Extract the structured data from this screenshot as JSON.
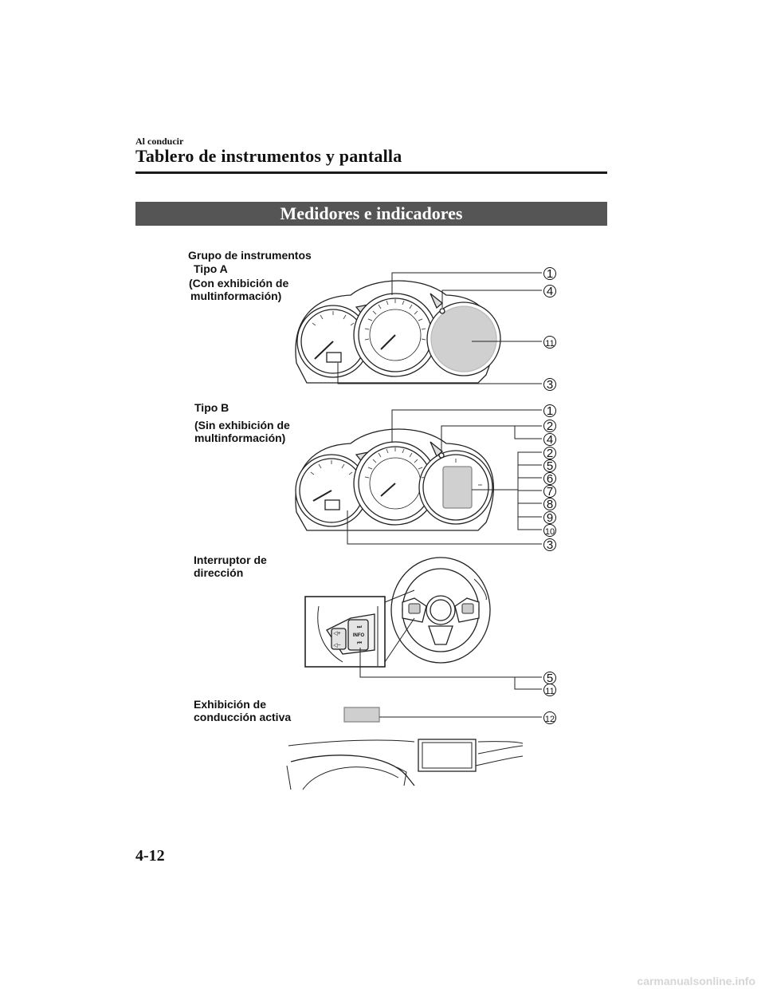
{
  "header": {
    "section": "Al conducir",
    "title": "Tablero de instrumentos y pantalla"
  },
  "banner": "Medidores e indicadores",
  "labels": {
    "group": "Grupo de instrumentos",
    "type_a": "Tipo A",
    "type_a_note_1": "(Con exhibición de",
    "type_a_note_2": "multinformación)",
    "type_b": "Tipo B",
    "type_b_note_1": "(Sin exhibición de",
    "type_b_note_2": "multinformación)",
    "switch_1": "Interruptor de",
    "switch_2": "dirección",
    "display_1": "Exhibición de",
    "display_2": "conducción activa"
  },
  "callouts": {
    "type_a": [
      "1",
      "4",
      "11",
      "3"
    ],
    "type_b": [
      "1",
      "2",
      "4",
      "2",
      "5",
      "6",
      "7",
      "8",
      "9",
      "10",
      "3"
    ],
    "switch": [
      "5",
      "11"
    ],
    "display": [
      "12"
    ]
  },
  "diagram_text": {
    "info_button": "INFO"
  },
  "page_number": "4-12",
  "watermark": "carmanualsonline.info"
}
